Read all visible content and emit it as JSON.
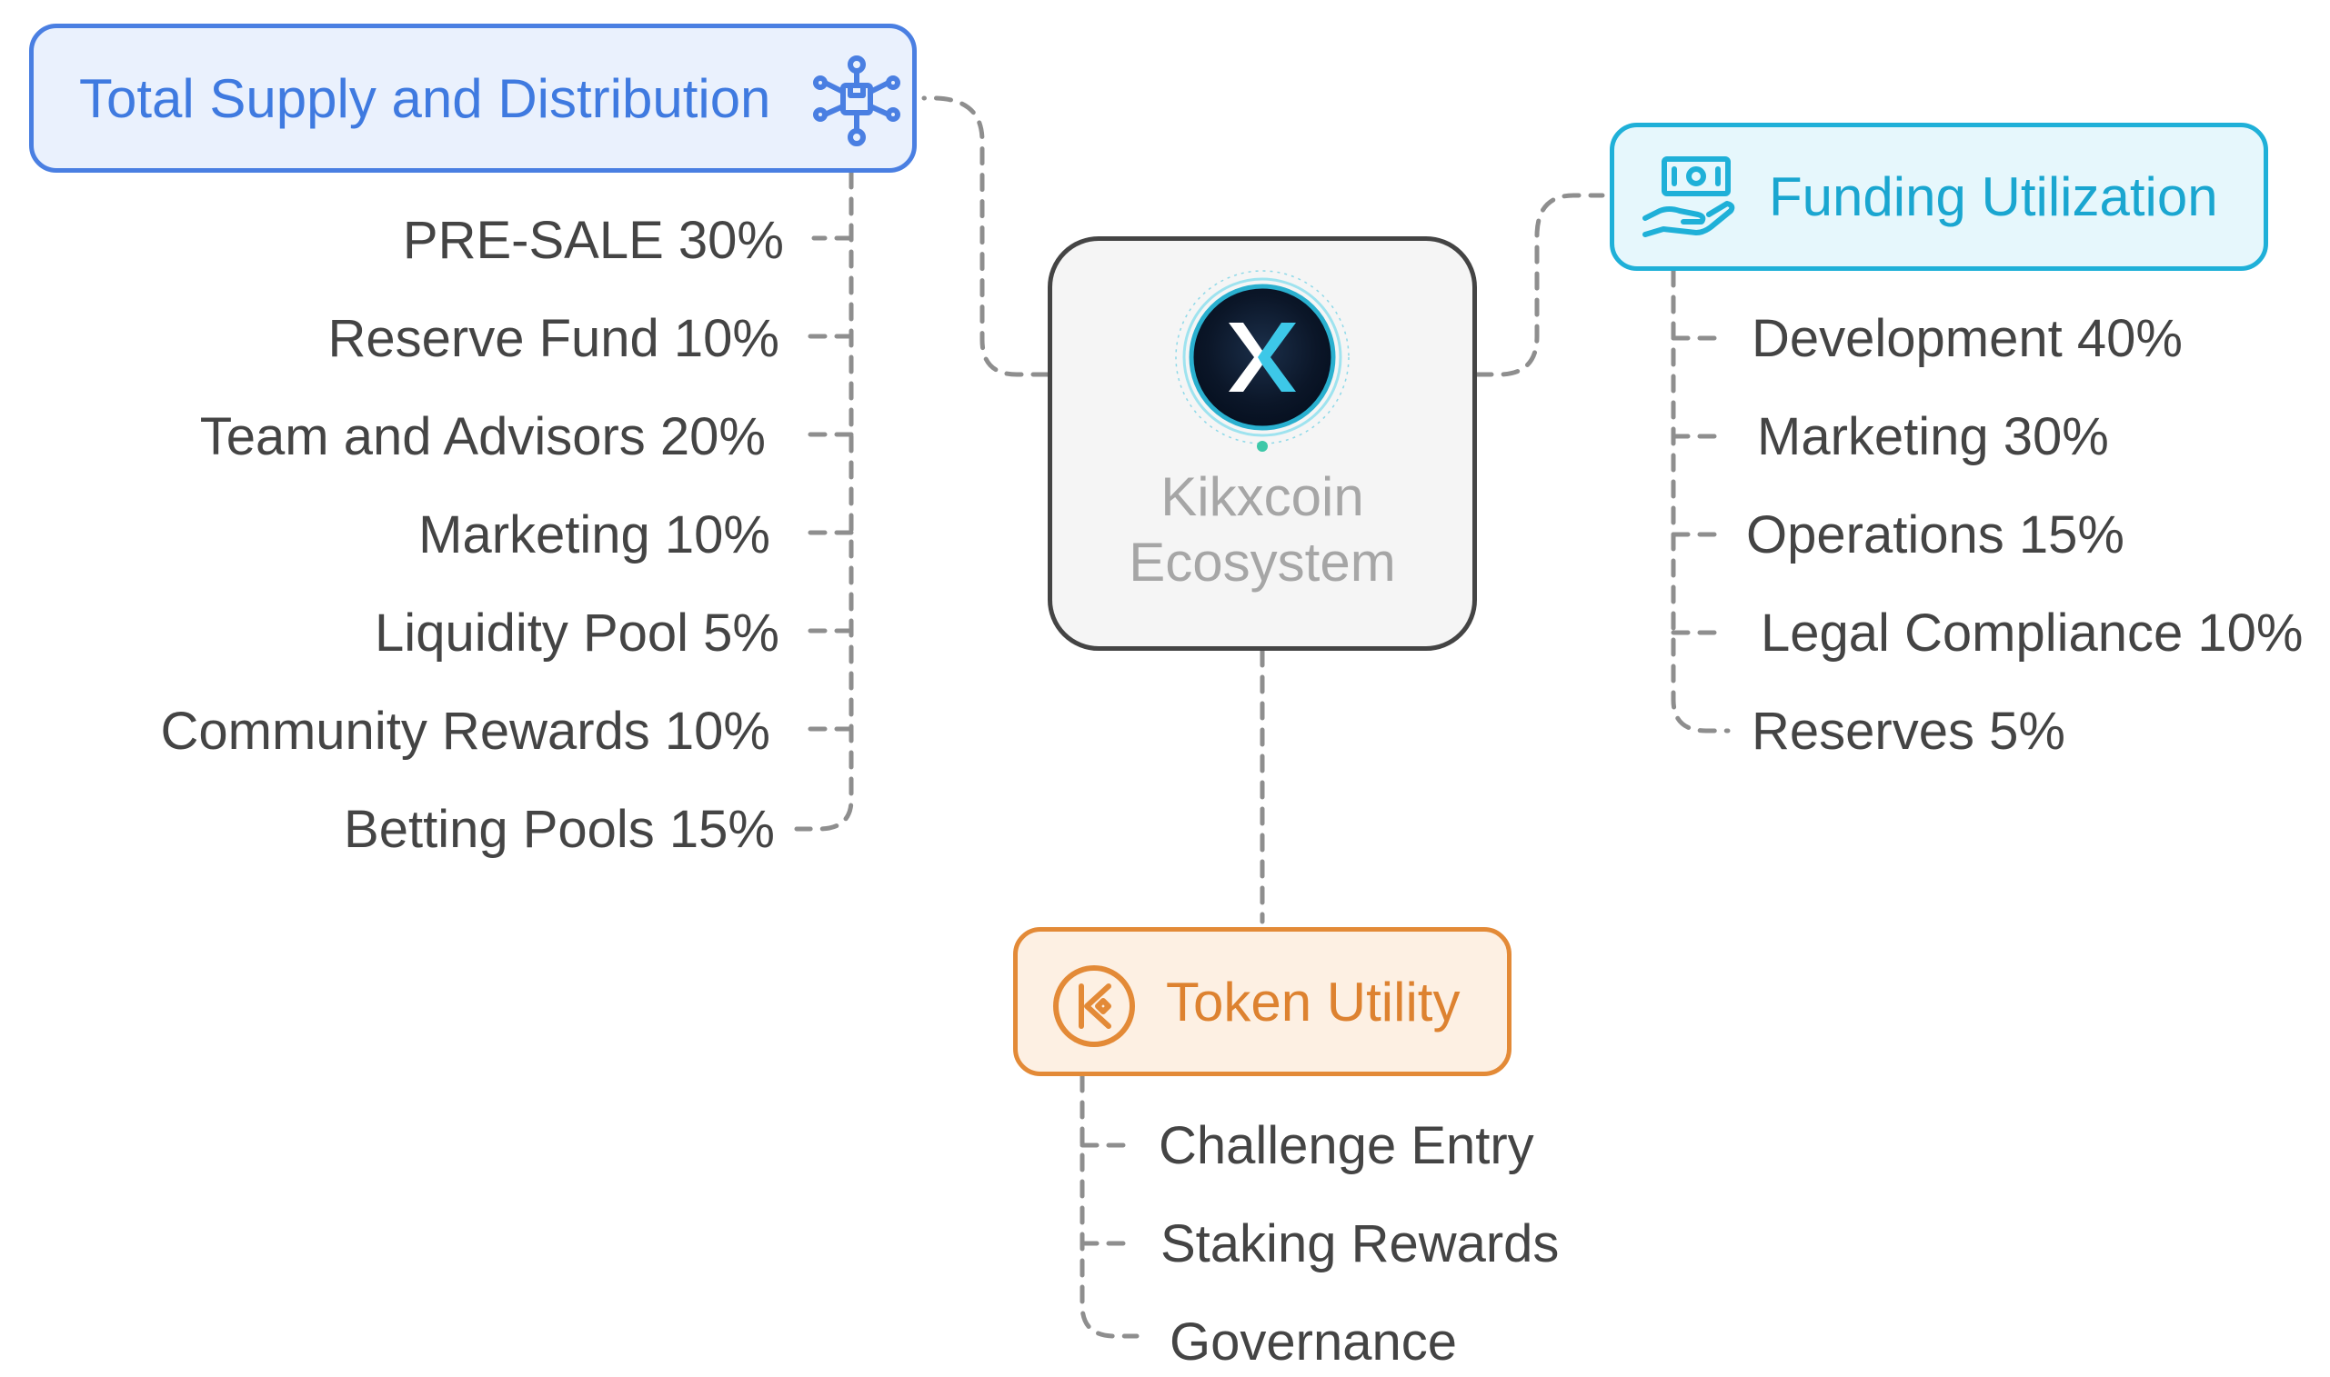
{
  "center": {
    "title_line1": "Kikxcoin",
    "title_line2": "Ecosystem",
    "logo_icon": "kikxcoin-x-logo"
  },
  "supply": {
    "title": "Total Supply and Distribution",
    "icon": "network-box-icon",
    "color": "#4a7fe2",
    "items": [
      "PRE-SALE 30%",
      "Reserve Fund 10%",
      "Team and Advisors 20%",
      "Marketing 10%",
      "Liquidity Pool 5%",
      "Community Rewards 10%",
      "Betting Pools 15%"
    ]
  },
  "funding": {
    "title": "Funding Utilization",
    "icon": "hand-money-icon",
    "color": "#1fb0d8",
    "items": [
      "Development 40%",
      "Marketing 30%",
      "Operations 15%",
      "Legal Compliance 10%",
      "Reserves 5%"
    ]
  },
  "token": {
    "title": "Token Utility",
    "icon": "k-coin-icon",
    "color": "#e38a37",
    "items": [
      "Challenge Entry",
      "Staking Rewards",
      "Governance"
    ]
  }
}
